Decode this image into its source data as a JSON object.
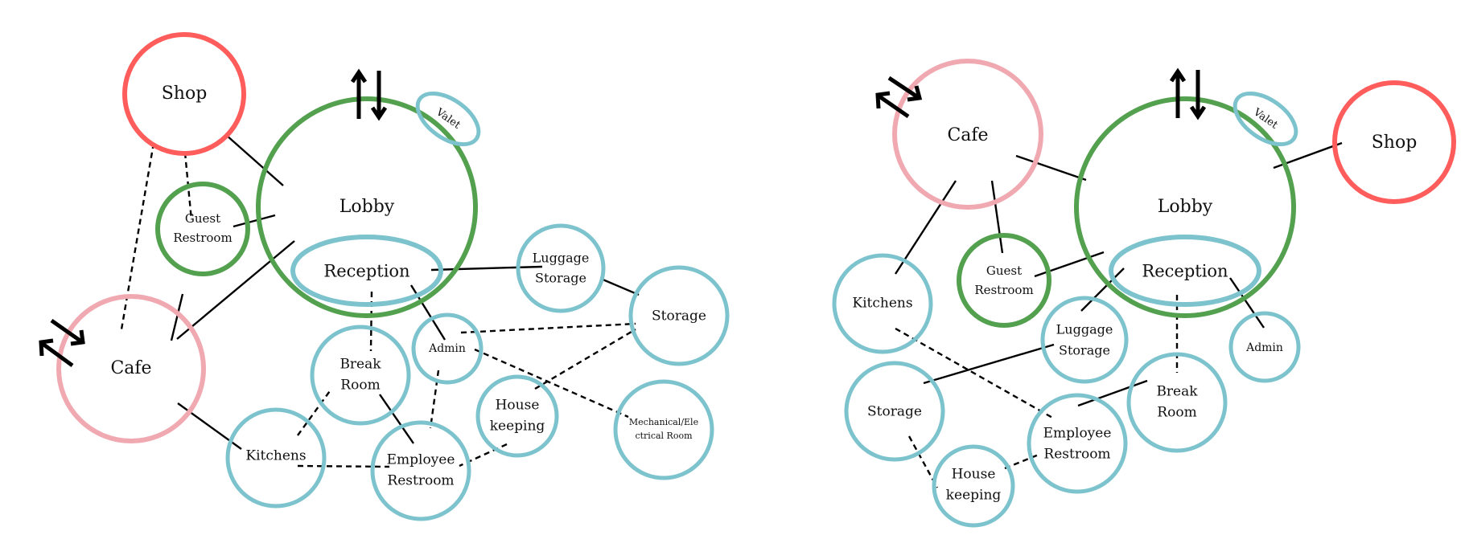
{
  "colors": {
    "public": "#ff5c5c",
    "semi_public": "#f0a9b0",
    "guest": "#53a04f",
    "staff": "#7cc3cd",
    "connector": "#000000"
  },
  "diagrams": [
    {
      "id": "left",
      "spaces": {
        "shop": {
          "label": "Shop",
          "color": "public"
        },
        "lobby": {
          "label": "Lobby",
          "color": "guest"
        },
        "valet": {
          "label": "Valet",
          "color": "staff"
        },
        "guest_restroom": {
          "label1": "Guest",
          "label2": "Restroom",
          "color": "guest"
        },
        "reception": {
          "label": "Reception",
          "color": "staff"
        },
        "cafe": {
          "label": "Cafe",
          "color": "semi_public"
        },
        "luggage_storage": {
          "label1": "Luggage",
          "label2": "Storage",
          "color": "staff"
        },
        "storage": {
          "label": "Storage",
          "color": "staff"
        },
        "admin": {
          "label": "Admin",
          "color": "staff"
        },
        "break_room": {
          "label1": "Break",
          "label2": "Room",
          "color": "staff"
        },
        "housekeeping": {
          "label1": "House",
          "label2": "keeping",
          "color": "staff"
        },
        "mechanical": {
          "label1": "Mechanical/Ele",
          "label2": "ctrical Room",
          "color": "staff"
        },
        "kitchens": {
          "label": "Kitchens",
          "color": "staff"
        },
        "employee_restroom": {
          "label1": "Employee",
          "label2": "Restroom",
          "color": "staff"
        }
      },
      "entrances": [
        "lobby",
        "cafe"
      ]
    },
    {
      "id": "right",
      "spaces": {
        "cafe": {
          "label": "Cafe",
          "color": "semi_public"
        },
        "lobby": {
          "label": "Lobby",
          "color": "guest"
        },
        "valet": {
          "label": "Valet",
          "color": "staff"
        },
        "shop": {
          "label": "Shop",
          "color": "public"
        },
        "kitchens": {
          "label": "Kitchens",
          "color": "staff"
        },
        "guest_restroom": {
          "label1": "Guest",
          "label2": "Restroom",
          "color": "guest"
        },
        "reception": {
          "label": "Reception",
          "color": "staff"
        },
        "luggage_storage": {
          "label1": "Luggage",
          "label2": "Storage",
          "color": "staff"
        },
        "admin": {
          "label": "Admin",
          "color": "staff"
        },
        "storage": {
          "label": "Storage",
          "color": "staff"
        },
        "break_room": {
          "label1": "Break",
          "label2": "Room",
          "color": "staff"
        },
        "employee_restroom": {
          "label1": "Employee",
          "label2": "Restroom",
          "color": "staff"
        },
        "housekeeping": {
          "label1": "House",
          "label2": "keeping",
          "color": "staff"
        }
      },
      "entrances": [
        "lobby",
        "cafe"
      ]
    }
  ]
}
